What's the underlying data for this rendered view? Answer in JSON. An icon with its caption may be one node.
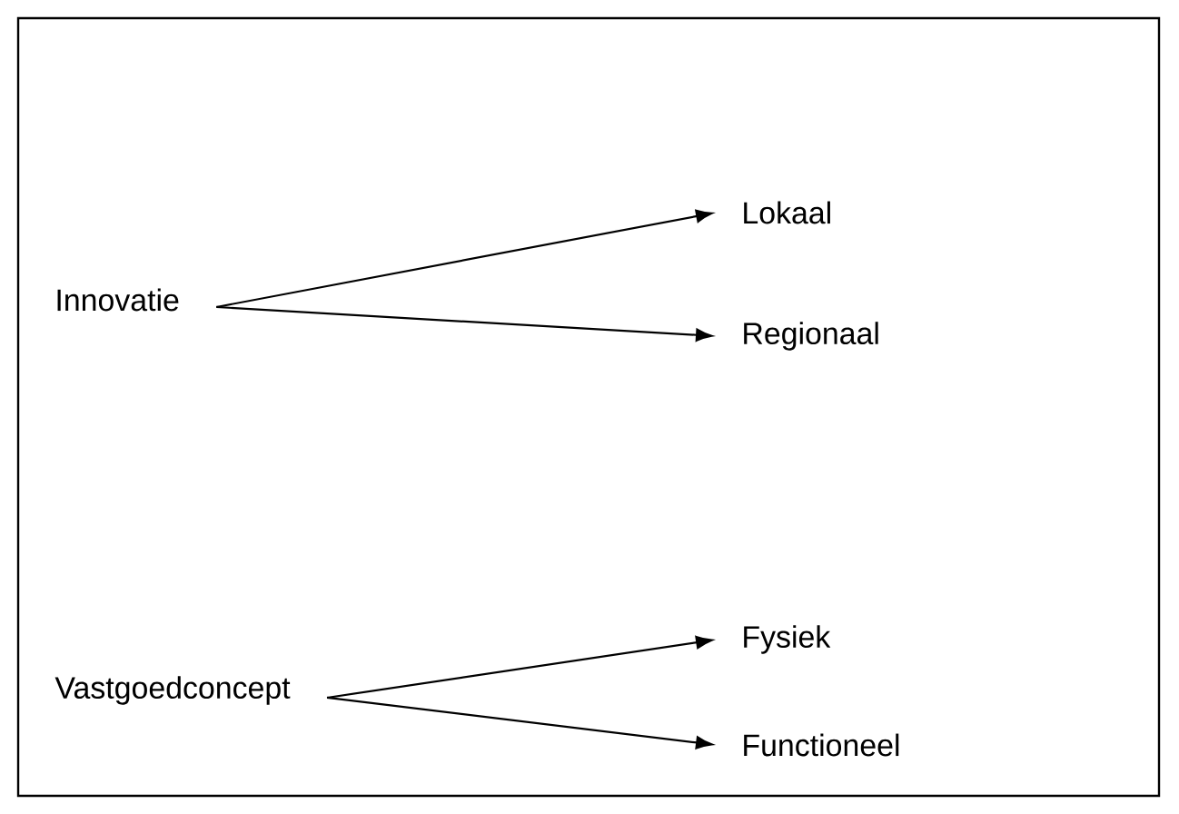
{
  "diagram": {
    "nodes": [
      {
        "text": [
          "Innovatie"
        ]
      },
      {
        "text": [
          "Lokaal"
        ]
      },
      {
        "text": [
          "Regionaal"
        ]
      },
      {
        "text": [
          "Vastgoedconcept"
        ]
      },
      {
        "text": [
          "Fysiek"
        ]
      },
      {
        "text": [
          "Functioneel"
        ]
      }
    ],
    "edges": [
      {
        "from": 0,
        "to": 1,
        "arrow": "to"
      },
      {
        "from": 0,
        "to": 2,
        "arrow": "to"
      },
      {
        "from": 3,
        "to": 4,
        "arrow": "to"
      },
      {
        "from": 3,
        "to": 5,
        "arrow": "to"
      }
    ]
  }
}
